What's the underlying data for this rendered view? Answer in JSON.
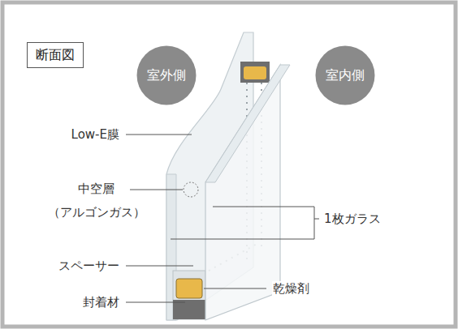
{
  "diagram": {
    "nodes": [
      {
        "text": [
          "断面図"
        ]
      },
      {
        "text": [
          "室外側"
        ]
      },
      {
        "text": [
          "室内側"
        ]
      }
    ],
    "labels": [
      "Low-E膜",
      "中空層 （アルゴンガス）",
      "1枚ガラス",
      "スペーサー",
      "乾燥剤",
      "封着材"
    ]
  }
}
